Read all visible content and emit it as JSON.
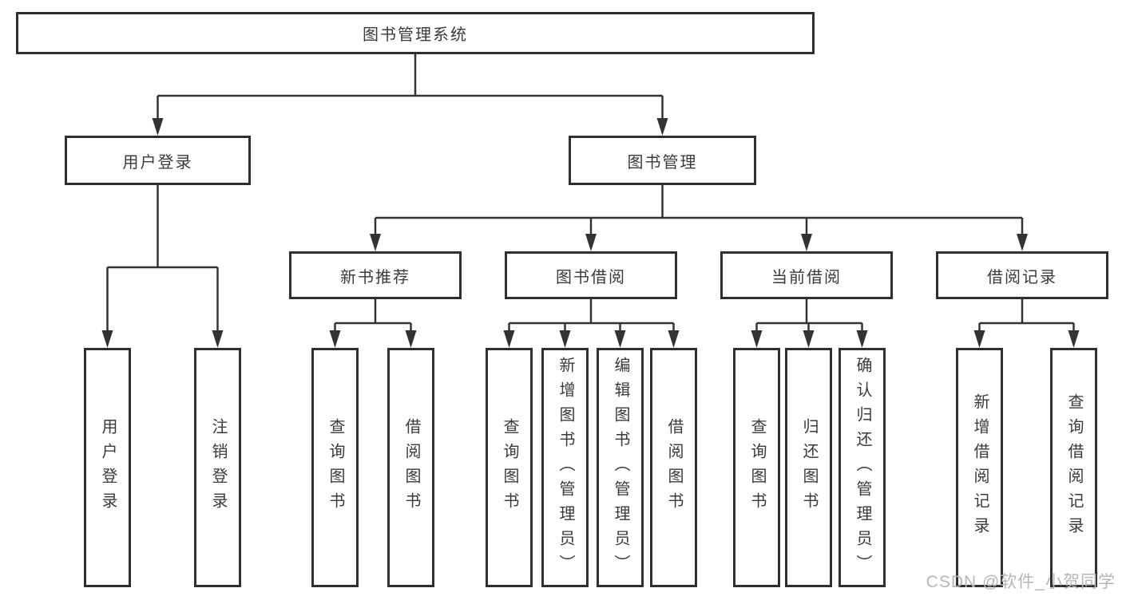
{
  "diagram": {
    "root": {
      "label": "图书管理系统"
    },
    "branches": [
      {
        "label": "用户登录",
        "children": [
          {
            "label": "用户登录"
          },
          {
            "label": "注销登录"
          }
        ]
      },
      {
        "label": "图书管理",
        "children": [
          {
            "label": "新书推荐",
            "children": [
              {
                "label": "查询图书"
              },
              {
                "label": "借阅图书"
              }
            ]
          },
          {
            "label": "图书借阅",
            "children": [
              {
                "label": "查询图书"
              },
              {
                "label": "新增图书（管理员）"
              },
              {
                "label": "编辑图书（管理员）"
              },
              {
                "label": "借阅图书"
              }
            ]
          },
          {
            "label": "当前借阅",
            "children": [
              {
                "label": "查询图书"
              },
              {
                "label": "归还图书"
              },
              {
                "label": "确认归还（管理员）"
              }
            ]
          },
          {
            "label": "借阅记录",
            "children": [
              {
                "label": "新增借阅记录"
              },
              {
                "label": "查询借阅记录"
              }
            ]
          }
        ]
      }
    ]
  },
  "colors": {
    "line": "#333333",
    "box_border": "#2f2f2f",
    "watermark_text": "#b6b6b6"
  },
  "watermark": {
    "text": "CSDN @软件_小贺同学"
  }
}
